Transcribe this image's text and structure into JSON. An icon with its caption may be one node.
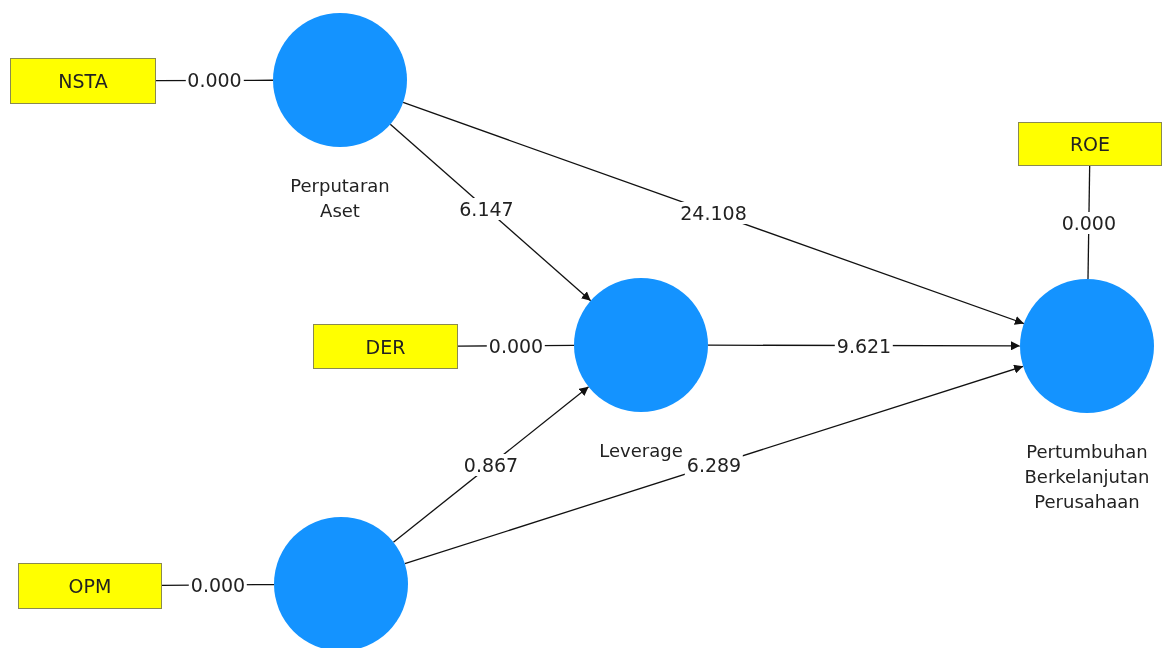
{
  "diagram": {
    "nodes": [
      {
        "text": [
          "NSTA"
        ]
      },
      {
        "text": [
          "Perputaran Aset"
        ]
      },
      {
        "text": [
          "ROE"
        ]
      },
      {
        "text": [
          "DER"
        ]
      },
      {
        "text": [
          "Leverage"
        ]
      },
      {
        "text": [
          "Pertumbuhan Berkelanjutan Perusahaan"
        ]
      },
      {
        "text": [
          "OPM"
        ]
      },
      {
        "text": [],
        "shape": "circle"
      }
    ],
    "edges": [
      {
        "from": 0,
        "to": 1,
        "arrow": "none",
        "label": "0.000"
      },
      {
        "from": 1,
        "to": 4,
        "arrow": "to",
        "label": "6.147"
      },
      {
        "from": 1,
        "to": 5,
        "arrow": "to",
        "label": "24.108"
      },
      {
        "from": 2,
        "to": 5,
        "arrow": "none",
        "label": "0.000"
      },
      {
        "from": 3,
        "to": 4,
        "arrow": "none",
        "label": "0.000"
      },
      {
        "from": 4,
        "to": 5,
        "arrow": "to",
        "label": "9.621"
      },
      {
        "from": 7,
        "to": 4,
        "arrow": "to",
        "label": "0.867"
      },
      {
        "from": 7,
        "to": 5,
        "arrow": "to",
        "label": "6.289"
      },
      {
        "from": 6,
        "to": 7,
        "arrow": "none",
        "label": "0.000"
      }
    ]
  }
}
